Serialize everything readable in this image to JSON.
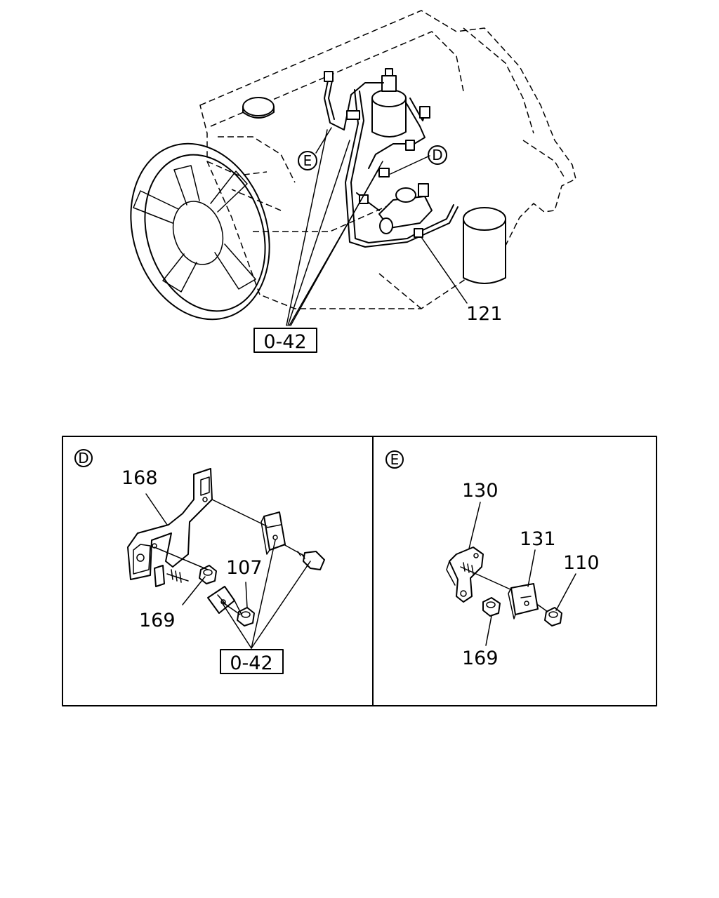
{
  "callouts": {
    "detail_d": "D",
    "detail_e": "E",
    "ref_top": "0-42",
    "part_121": "121"
  },
  "panel_d": {
    "letter": "D",
    "part_168": "168",
    "part_107": "107",
    "part_169": "169",
    "ref": "0-42"
  },
  "panel_e": {
    "letter": "E",
    "part_130": "130",
    "part_131": "131",
    "part_110": "110",
    "part_169": "169"
  }
}
